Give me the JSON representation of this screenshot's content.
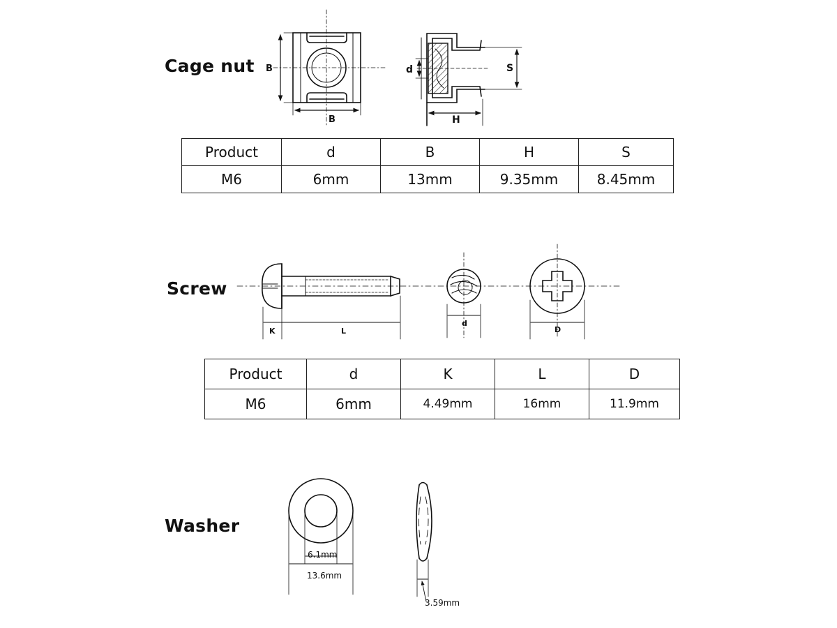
{
  "sections": {
    "cage_nut": {
      "title": "Cage nut",
      "dim_labels": {
        "b_side": "B",
        "b_bottom": "B",
        "d": "d",
        "s": "S",
        "h": "H"
      },
      "table": {
        "headers": [
          "Product",
          "d",
          "B",
          "H",
          "S"
        ],
        "row": [
          "M6",
          "6mm",
          "13mm",
          "9.35mm",
          "8.45mm"
        ]
      }
    },
    "screw": {
      "title": "Screw",
      "dim_labels": {
        "k": "K",
        "l": "L",
        "d": "d",
        "head_d": "D"
      },
      "table": {
        "headers": [
          "Product",
          "d",
          "K",
          "L",
          "D"
        ],
        "row": [
          "M6",
          "6mm",
          "4.49mm",
          "16mm",
          "11.9mm"
        ]
      }
    },
    "washer": {
      "title": "Washer",
      "dim_labels": {
        "inner": "6.1mm",
        "outer": "13.6mm",
        "thickness": "3.59mm"
      }
    }
  }
}
